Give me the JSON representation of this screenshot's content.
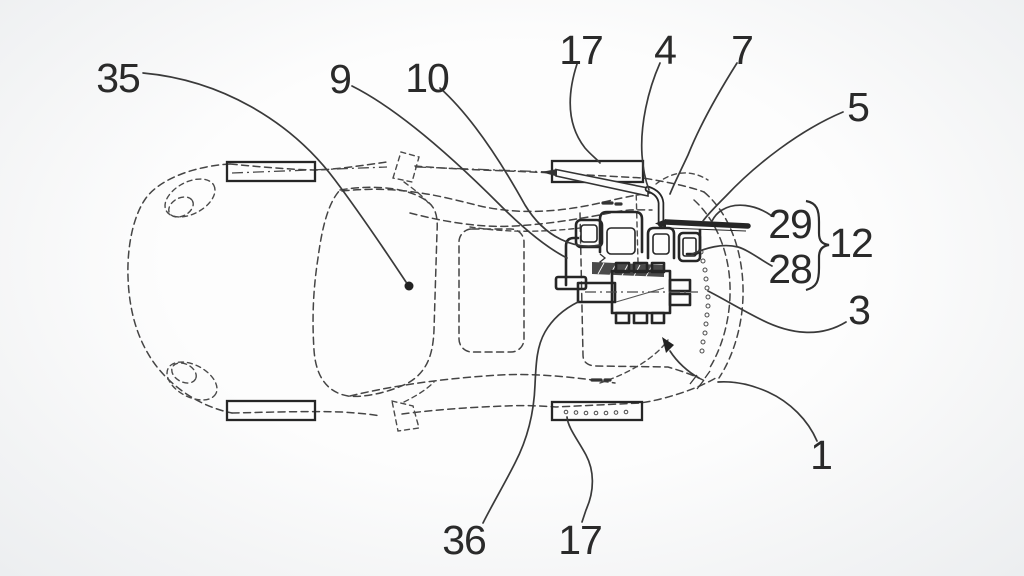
{
  "figure": {
    "kind": "patent-line-drawing",
    "background_color": "#f4f5f6",
    "line_color": "#2a2a2a",
    "dashed_line_color": "#454545",
    "text_color": "#2a2a2a"
  },
  "labels": {
    "n35": "35",
    "n9": "9",
    "n10": "10",
    "n17_top": "17",
    "n4": "4",
    "n7": "7",
    "n5": "5",
    "n29": "29",
    "n28": "28",
    "n12": "12",
    "n3": "3",
    "n1": "1",
    "n36": "36",
    "n17_bottom": "17"
  },
  "brace_group": {
    "members": [
      "29",
      "28"
    ],
    "group_label": "12"
  }
}
